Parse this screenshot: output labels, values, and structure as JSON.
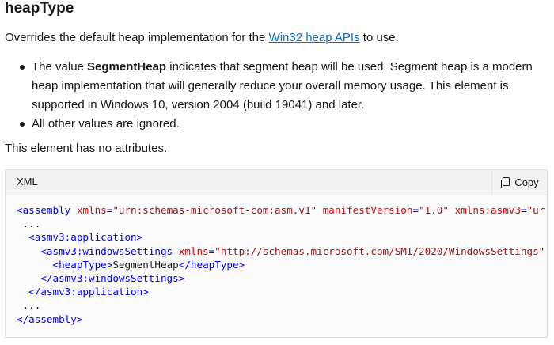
{
  "heading": "heapType",
  "intro": {
    "before": "Overrides the default heap implementation for the ",
    "link_text": "Win32 heap APIs",
    "after": " to use."
  },
  "bullets": [
    {
      "before": "The value ",
      "strong": "SegmentHeap",
      "after": " indicates that segment heap will be used. Segment heap is a modern heap implementation that will generally reduce your overall memory usage. This element is supported in Windows 10, version 2004 (build 19041) and later."
    },
    {
      "before": "All other values are ignored.",
      "strong": "",
      "after": ""
    }
  ],
  "no_attributes": "This element has no attributes.",
  "code_block": {
    "language": "XML",
    "copy_label": "Copy",
    "lines": {
      "l1": {
        "open": "<assembly",
        "a1": " xmlns",
        "eq1": "=",
        "v1": "\"urn:schemas-microsoft-com:asm.v1\"",
        "a2": " manifestVersion",
        "eq2": "=",
        "v2": "\"1.0\"",
        "a3": " xmlns:asmv3",
        "eq3": "=",
        "v3": "\"ur"
      },
      "l2": " ...",
      "l3": "  <asmv3:application>",
      "l4": {
        "open": "    <asmv3:windowsSettings",
        "a1": " xmlns",
        "eq1": "=",
        "v1": "\"http://schemas.microsoft.com/SMI/2020/WindowsSettings\""
      },
      "l5": {
        "open": "      <heapType>",
        "text": "SegmentHeap",
        "close": "</heapType>"
      },
      "l6": "    </asmv3:windowsSettings>",
      "l7": "  </asmv3:application>",
      "l8": " ...",
      "l9": "</assembly>"
    }
  }
}
